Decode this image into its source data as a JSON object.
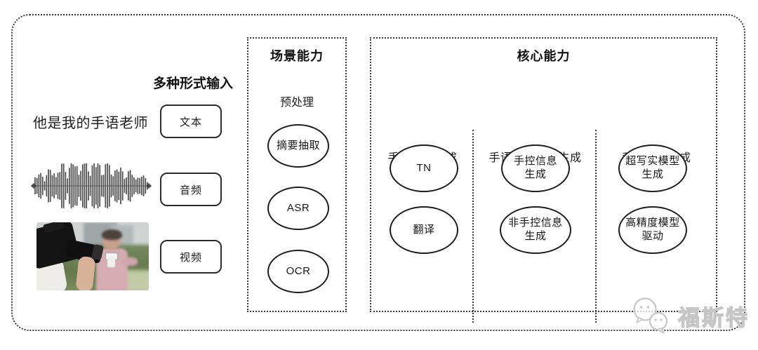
{
  "colors": {
    "stroke": "#1d1d1d",
    "dotted_border": "#3b3b3b",
    "watermark_gray": "#c6c6c6"
  },
  "input_section": {
    "header": "多种形式输入",
    "sentence": "他是我的手语老师",
    "items": [
      {
        "label": "文本"
      },
      {
        "label": "音频"
      },
      {
        "label": "视频"
      }
    ]
  },
  "scene_box": {
    "title": "场景能力",
    "subtitle": "预处理",
    "nodes": [
      "摘要抽取",
      "ASR",
      "OCR"
    ]
  },
  "core_box": {
    "title": "核心能力",
    "columns": [
      {
        "header": "手语文本生成",
        "nodes": [
          "TN",
          "翻译"
        ]
      },
      {
        "header": "手语要素序列生成",
        "nodes": [
          "手控信息\n生成",
          "非手控信息\n生成"
        ]
      },
      {
        "header": "手语视频生成",
        "nodes": [
          "超写实模型\n生成",
          "高精度模型\n驱动"
        ]
      }
    ]
  },
  "watermark": {
    "brand": "福斯特"
  }
}
